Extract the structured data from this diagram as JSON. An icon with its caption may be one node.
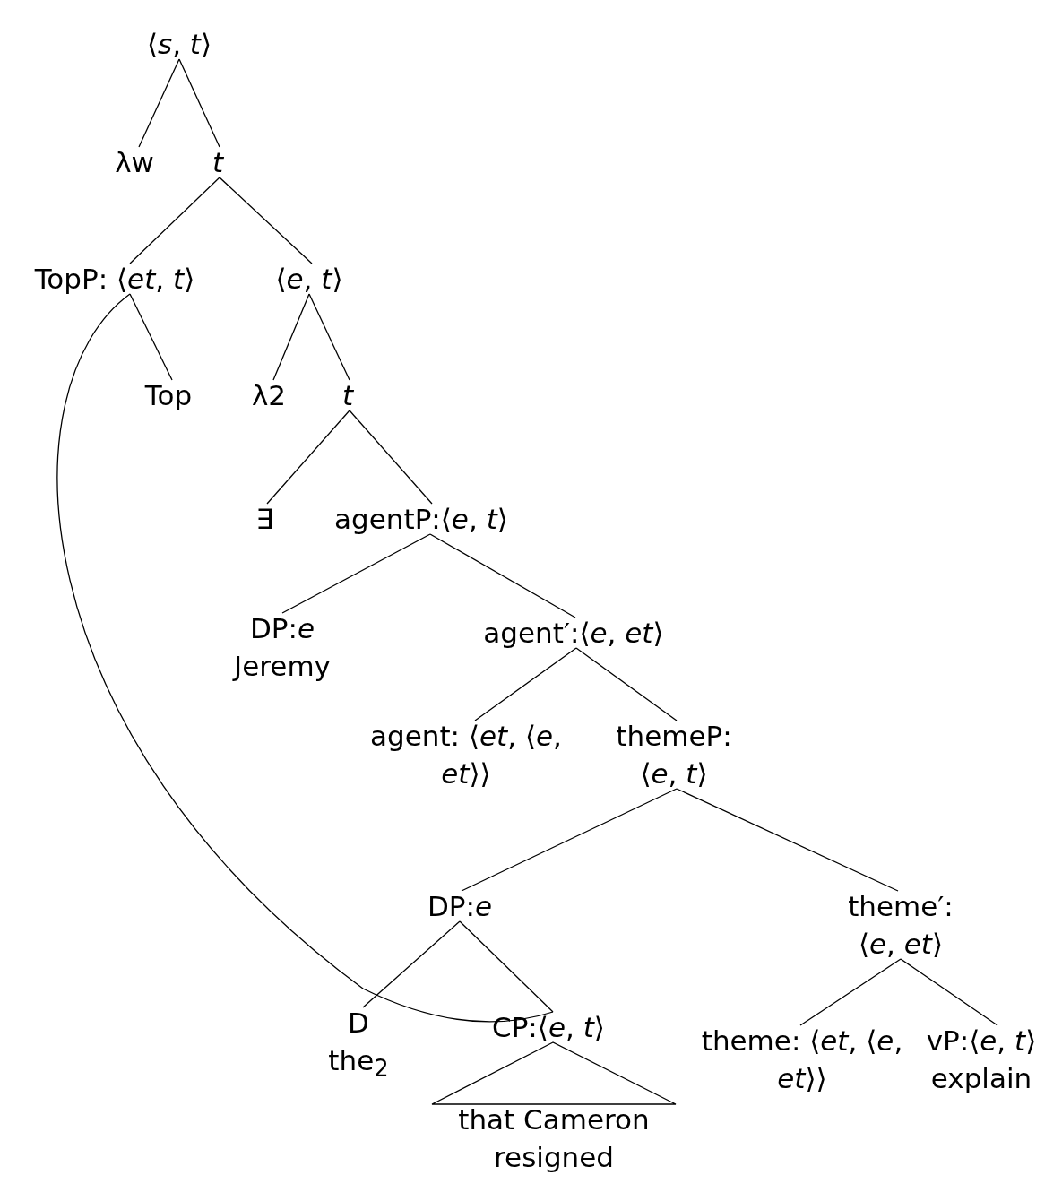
{
  "diagram": {
    "nodes": [
      {
        "text": [
          "⟨*s*, *t*⟩"
        ]
      },
      {
        "text": [
          "λw"
        ]
      },
      {
        "text": [
          "*t*"
        ]
      },
      {
        "text": [
          "TopP: ⟨*et*, *t*⟩"
        ]
      },
      {
        "text": [
          "⟨*e*, *t*⟩"
        ]
      },
      {
        "text": [
          "Top"
        ]
      },
      {
        "text": [
          "λ2"
        ]
      },
      {
        "text": [
          "*t*"
        ]
      },
      {
        "text": [
          "∃"
        ]
      },
      {
        "text": [
          "agentP:⟨*e*, *t*⟩"
        ]
      },
      {
        "text": [
          "DP:*e*",
          "Jeremy"
        ]
      },
      {
        "text": [
          "agent′:⟨*e*, *et*⟩"
        ]
      },
      {
        "text": [
          "agent: ⟨*et*, ⟨*e*, *et*⟩⟩"
        ]
      },
      {
        "text": [
          "themeP: ⟨*e*, *t*⟩"
        ]
      },
      {
        "text": [
          "DP:*e*"
        ]
      },
      {
        "text": [
          "theme′: ⟨*e*, *et*⟩"
        ]
      },
      {
        "text": [
          "D",
          "the$_{2}$"
        ]
      },
      {
        "text": [
          "CP:⟨*e*, *t*⟩"
        ]
      },
      {
        "text": [
          "that Cameron resigned"
        ]
      },
      {
        "text": [
          "theme: ⟨*et*, ⟨*e*, *et*⟩⟩"
        ]
      },
      {
        "text": [
          "vP:⟨*e*, *t*⟩",
          "explain"
        ]
      }
    ],
    "edges": [
      {
        "from": 0,
        "to": 1,
        "arrow": "none"
      },
      {
        "from": 0,
        "to": 2,
        "arrow": "none"
      },
      {
        "from": 2,
        "to": 3,
        "arrow": "none"
      },
      {
        "from": 2,
        "to": 4,
        "arrow": "none"
      },
      {
        "from": 3,
        "to": 5,
        "arrow": "none"
      },
      {
        "from": 3,
        "to": 17,
        "arrow": "none"
      },
      {
        "from": 4,
        "to": 6,
        "arrow": "none"
      },
      {
        "from": 4,
        "to": 7,
        "arrow": "none"
      },
      {
        "from": 7,
        "to": 8,
        "arrow": "none"
      },
      {
        "from": 7,
        "to": 9,
        "arrow": "none"
      },
      {
        "from": 9,
        "to": 10,
        "arrow": "none"
      },
      {
        "from": 9,
        "to": 11,
        "arrow": "none"
      },
      {
        "from": 11,
        "to": 12,
        "arrow": "none"
      },
      {
        "from": 11,
        "to": 13,
        "arrow": "none"
      },
      {
        "from": 13,
        "to": 14,
        "arrow": "none"
      },
      {
        "from": 13,
        "to": 15,
        "arrow": "none"
      },
      {
        "from": 14,
        "to": 16,
        "arrow": "none"
      },
      {
        "from": 14,
        "to": 17,
        "arrow": "none"
      },
      {
        "from": 17,
        "to": 18,
        "arrow": "none"
      },
      {
        "from": 15,
        "to": 19,
        "arrow": "none"
      },
      {
        "from": 15,
        "to": 20,
        "arrow": "none"
      }
    ]
  }
}
